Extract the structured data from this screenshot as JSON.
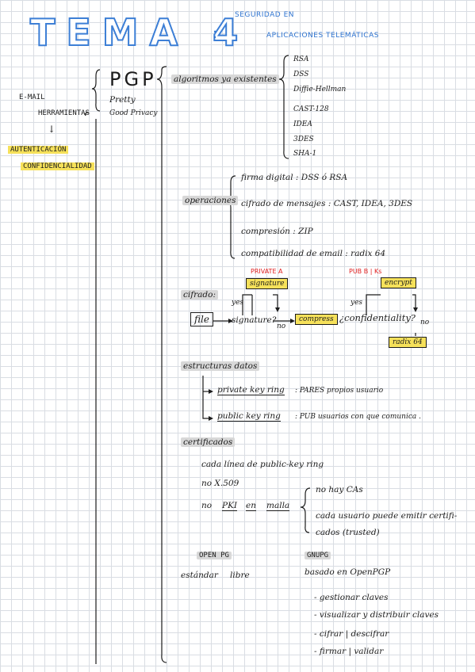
{
  "title": {
    "main": "TEMA 4",
    "colon": ":",
    "sub1": "SEGURIDAD EN",
    "sub2": "APLICACIONES TELEMÁTICAS"
  },
  "left": {
    "email": "E-MAIL",
    "tools": "HERRAMIENTAS",
    "arrow": "↓",
    "auth": "AUTENTICACIÓN",
    "conf": "CONFIDENCIALIDAD"
  },
  "pgp": {
    "name": "PGP",
    "expansion1": "Pretty",
    "expansion2": "Good Privacy"
  },
  "algorithms": {
    "label": "algoritmos ya existentes",
    "items": [
      "RSA",
      "DSS",
      "Diffie-Hellman",
      "CAST-128",
      "IDEA",
      "3DES",
      "SHA-1"
    ]
  },
  "operations": {
    "label": "operaciones",
    "items": [
      "firma digital : DSS ó RSA",
      "cifrado de mensajes : CAST, IDEA, 3DES",
      "compresión : ZIP",
      "compatibilidad de email : radix 64"
    ]
  },
  "cifrado": {
    "label": "cifrado:",
    "private_a": "PRIVATE A",
    "signature": "signature",
    "pub_bk": "PUB B | Ks",
    "encrypt": "encrypt",
    "file": "file",
    "sig_q": "signature?",
    "compress": "compress",
    "conf_q": "¿confidentiality?",
    "yes1": "yes",
    "no1": "no",
    "yes2": "yes",
    "no2": "no",
    "radix": "radix 64"
  },
  "estructuras": {
    "label": "estructuras datos",
    "private_ring": "private key ring",
    "private_desc": ": PARES propios usuario",
    "public_ring": "public key ring",
    "public_desc": ": PUB usuarios con que comunica ."
  },
  "certificados": {
    "label": "certificados",
    "line1": "cada línea de public-key ring",
    "line2": "no X.509",
    "line3a": "no",
    "line3_pki": "PKI",
    "line3_en": "en",
    "line3_malla": "malla",
    "b1": "no hay CAs",
    "b2a": "cada usuario puede emitir certifi-",
    "b2b": "cados (trusted)"
  },
  "openpg": {
    "head": "OPEN PG",
    "desc_a": "estándar",
    "desc_b": "libre"
  },
  "gnupg": {
    "head": "GNUPG",
    "based": "basado en OpenPGP",
    "items": [
      "- gestionar claves",
      "- visualizar y distribuir claves",
      "- cifrar | descifrar",
      "- firmar | validar"
    ]
  }
}
